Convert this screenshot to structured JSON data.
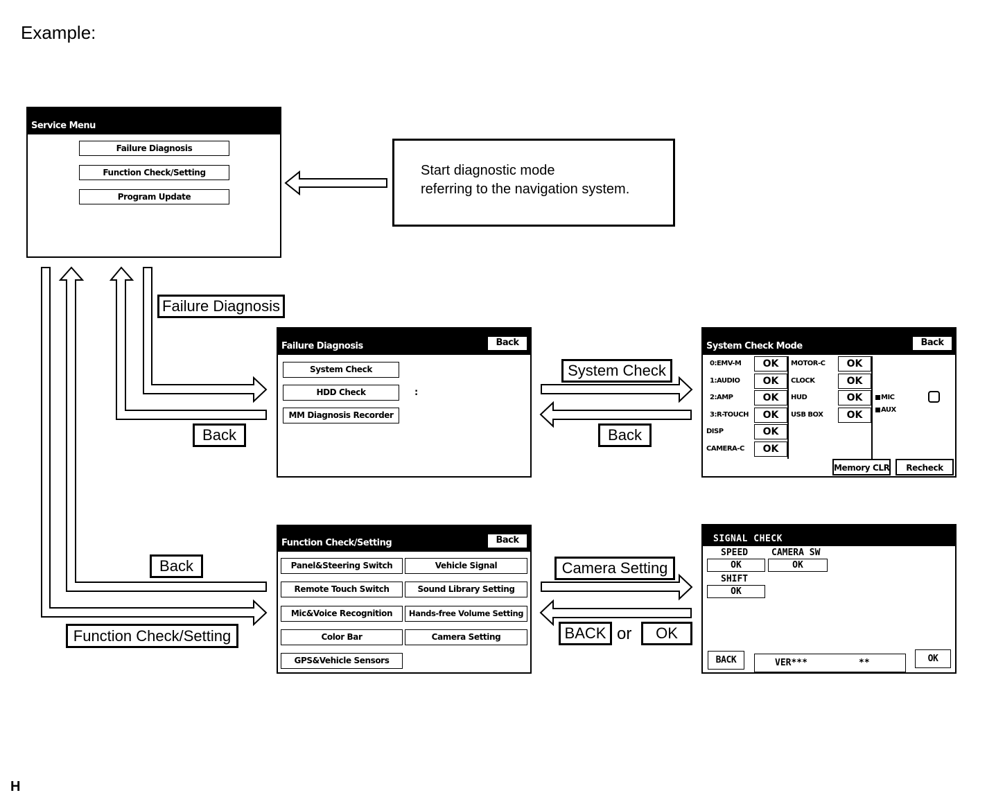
{
  "header": {
    "example": "Example:",
    "corner_letter": "H"
  },
  "note": {
    "line1": "Start diagnostic mode",
    "line2": "referring to the navigation system."
  },
  "service_menu": {
    "title": "Service Menu",
    "items": [
      "Failure Diagnosis",
      "Function Check/Setting",
      "Program Update"
    ]
  },
  "failure_diagnosis": {
    "title": "Failure Diagnosis",
    "back": "Back",
    "items": [
      "System Check",
      "HDD Check",
      "MM Diagnosis Recorder"
    ],
    "colon": ":"
  },
  "system_check": {
    "title": "System Check Mode",
    "back": "Back",
    "left_labels": [
      "0:EMV-M",
      "1:AUDIO",
      "2:AMP",
      "3:R-TOUCH",
      "DISP",
      "CAMERA-C"
    ],
    "right_labels": [
      "MOTOR-C",
      "CLOCK",
      "HUD",
      "USB BOX"
    ],
    "ok": "OK",
    "mic": "MIC",
    "aux": "AUX",
    "memory_clr": "Memory CLR",
    "recheck": "Recheck"
  },
  "function_check": {
    "title": "Function Check/Setting",
    "back": "Back",
    "left_items": [
      "Panel&Steering Switch",
      "Remote Touch Switch",
      "Mic&Voice Recognition",
      "Color Bar",
      "GPS&Vehicle Sensors"
    ],
    "right_items": [
      "Vehicle Signal",
      "Sound Library Setting",
      "Hands-free Volume Setting",
      "Camera Setting"
    ]
  },
  "signal_check": {
    "title": "SIGNAL CHECK",
    "speed": "SPEED",
    "camera_sw": "CAMERA SW",
    "shift": "SHIFT",
    "ok": "OK",
    "back": "BACK",
    "ver": "VER***",
    "ver_stars": "**",
    "ok_btn": "OK"
  },
  "labels": {
    "failure_diagnosis": "Failure Diagnosis",
    "back_1": "Back",
    "system_check": "System Check",
    "back_2": "Back",
    "back_3": "Back",
    "camera_setting": "Camera Setting",
    "function_check": "Function Check/Setting",
    "back_upper": "BACK",
    "or": "or",
    "ok": "OK"
  }
}
